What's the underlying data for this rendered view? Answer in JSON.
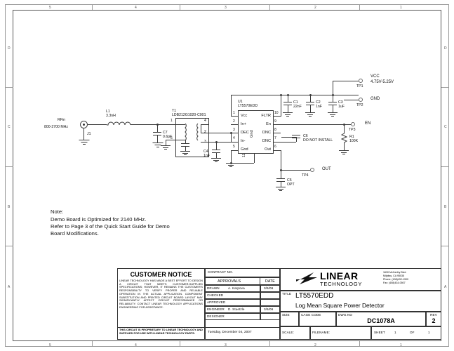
{
  "sheet": {
    "zone_letters": [
      "D",
      "C",
      "B",
      "A"
    ],
    "zone_numbers": [
      "5",
      "4",
      "3",
      "2",
      "1"
    ]
  },
  "note": {
    "heading": "Note:",
    "line1": "Demo Board is Optimized for 2140 MHz.",
    "line2": "Refer to Page 3 of the Quick Start Guide for Demo",
    "line3": "Board Modifications."
  },
  "schematic": {
    "input": {
      "signal_label": "RFin",
      "freq_label": "800-2700 MHz",
      "connector_ref": "J1"
    },
    "l1": {
      "ref": "L1",
      "value": "3.3nH"
    },
    "c7": {
      "ref": "C7",
      "value": "0.6pF"
    },
    "t1": {
      "ref": "T1",
      "value": "LDB212G1020-C001",
      "pins_left": [
        "1",
        "5"
      ],
      "pins_right": [
        "4",
        "2",
        "3"
      ]
    },
    "c4": {
      "ref": "C4",
      "value": "1nF"
    },
    "u1": {
      "ref": "U1",
      "part": "LT5570EDD",
      "pins_left": [
        {
          "num": "1",
          "name": "Vcc"
        },
        {
          "num": "2",
          "name": "In+"
        },
        {
          "num": "3",
          "name": "DEC"
        },
        {
          "num": "4",
          "name": "In-"
        },
        {
          "num": "5",
          "name": "Gnd"
        }
      ],
      "pins_right": [
        {
          "num": "10",
          "name": "FLTR"
        },
        {
          "num": "9",
          "name": "En"
        },
        {
          "num": "8",
          "name": "DNC"
        },
        {
          "num": "7",
          "name": "DNC"
        },
        {
          "num": "6",
          "name": "Out"
        }
      ],
      "pin_bottom": {
        "num": "11",
        "name": "Gnd"
      }
    },
    "c1": {
      "ref": "C1",
      "value": "22nF"
    },
    "c2": {
      "ref": "C2",
      "value": "1nF"
    },
    "c3": {
      "ref": "C3",
      "value": "1uF"
    },
    "c6": {
      "ref": "C6",
      "value": "DO NOT INSTALL"
    },
    "c5": {
      "ref": "C5",
      "value": "OPT"
    },
    "r1": {
      "ref": "R1",
      "value": "100K"
    },
    "testpoints": [
      {
        "ref": "TP1",
        "net": "VCC",
        "net2": "4.75V-5.25V"
      },
      {
        "ref": "TP2",
        "net": "GND"
      },
      {
        "ref": "TP3",
        "net": "EN"
      },
      {
        "ref": "TP4",
        "net": "OUT"
      }
    ]
  },
  "title_block": {
    "customer_notice": {
      "heading": "CUSTOMER NOTICE",
      "body": "LINEAR TECHNOLOGY HAS MADE A BEST EFFORT TO DESIGN A CIRCUIT THAT MEETS CUSTOMER-SUPPLIED SPECIFICATIONS; HOWEVER, IT REMAINS THE CUSTOMER'S RESPONSIBILITY TO VERIFY PROPER AND RELIABLE OPERATION IN THE ACTUAL APPLICATION. COMPONENT SUBSTITUTION AND PRINTED CIRCUIT BOARD LAYOUT MAY SIGNIFICANTLY AFFECT CIRCUIT PERFORMANCE OR RELIABILITY. CONTACT LINEAR TECHNOLOGY APPLICATIONS ENGINEERING FOR ASSISTANCE.",
      "footer": "THIS CIRCUIT IS PROPRIETARY TO LINEAR TECHNOLOGY AND SUPPLIED FOR USE WITH LINEAR TECHNOLOGY PARTS."
    },
    "contract_label": "CONTRACT NO.",
    "contract_value": "",
    "approvals_header": "APPROVALS",
    "date_header": "DATE",
    "approvals": [
      {
        "role": "DRAWN",
        "name": "A. Karpova",
        "date": "3/6/06"
      },
      {
        "role": "CHECKED",
        "name": "",
        "date": ""
      },
      {
        "role": "APPROVED",
        "name": "",
        "date": ""
      },
      {
        "role": "ENGINEER",
        "name": "D. Stuetzle",
        "date": "3/6/06"
      },
      {
        "role": "DESIGNER",
        "name": "",
        "date": ""
      }
    ],
    "print_date": "Tuesday, December 04, 2007",
    "company": {
      "name_top": "LINEAR",
      "name_bottom": "TECHNOLOGY",
      "address1": "1630 McCarthy Blvd.",
      "address2": "Milpitas, CA 95035",
      "phone": "Phone: (408)432-1900",
      "fax": "Fax: (408)434-0507"
    },
    "title_label": "TITLE",
    "title_line1": "LT5570EDD",
    "title_line2": "Log Mean Square Power Detector",
    "size_label": "SIZE",
    "size_value": "",
    "cage_label": "CAGE CODE",
    "cage_value": "",
    "dwg_label": "DWG.NO",
    "dwg_value": "DC1078A",
    "rev_label": "REV",
    "rev_value": "2",
    "scale_label": "SCALE:",
    "scale_value": "",
    "filename_label": "FILENAME:",
    "filename_value": "",
    "sheet_label": "SHEET",
    "sheet_value": "1",
    "of_label": "OF",
    "of_value": "1"
  }
}
